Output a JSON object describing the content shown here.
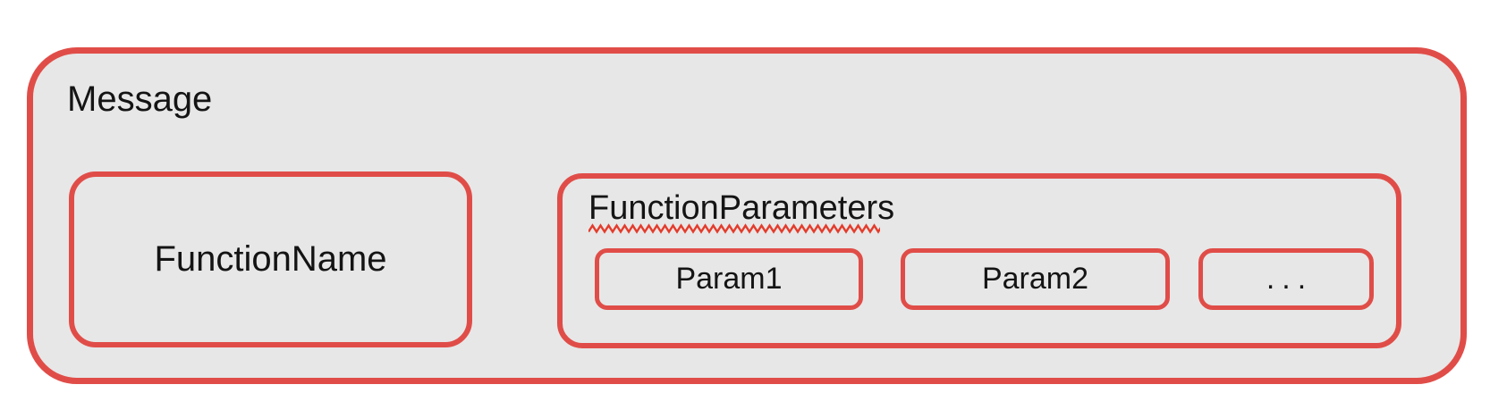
{
  "colors": {
    "border_red": "#e04d48",
    "box_fill": "#e7e7e7",
    "squiggle_red": "#e43c2c",
    "text_color": "#141414",
    "page_bg": "#ffffff"
  },
  "diagram": {
    "message": {
      "label": "Message"
    },
    "function_name": {
      "label": "FunctionName"
    },
    "function_parameters": {
      "label": "FunctionParameters",
      "params": [
        {
          "label": "Param1"
        },
        {
          "label": "Param2"
        },
        {
          "label": "..."
        }
      ]
    }
  }
}
